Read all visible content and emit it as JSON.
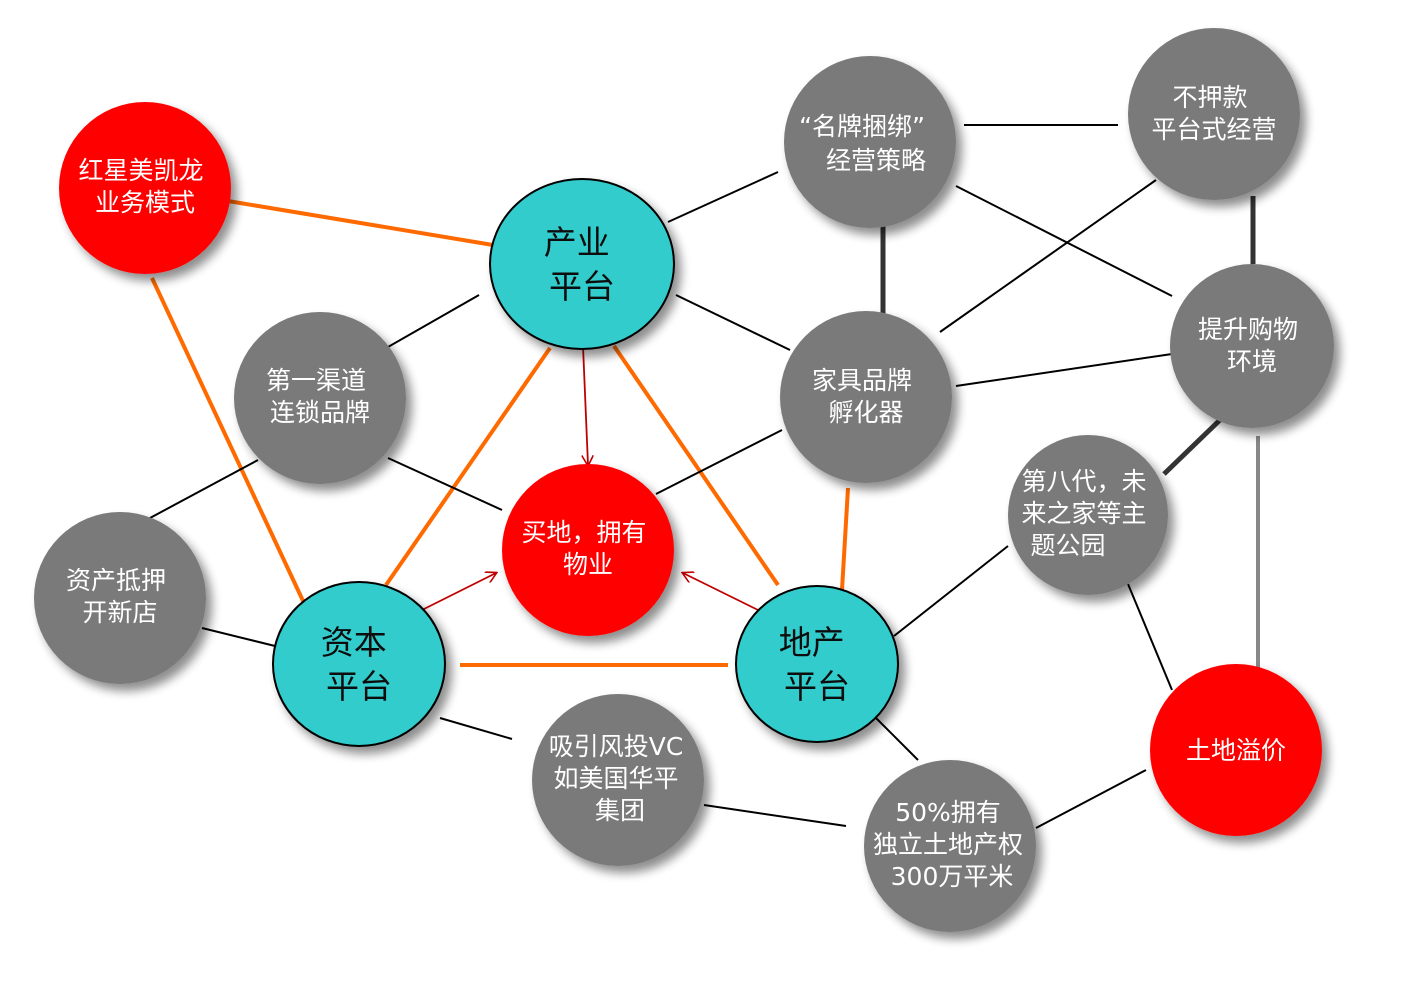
{
  "colors": {
    "gray_node": "#7a7a7a",
    "red_node": "#ff0000",
    "teal_node": "#33cccc",
    "orange_link": "#ff6a00",
    "black_link": "#000000",
    "arrow": "#c00000"
  },
  "nodes": {
    "hongxing": {
      "lines": [
        "红星美凯龙",
        "业务模式"
      ]
    },
    "industry": {
      "lines": [
        "产业",
        "平台"
      ]
    },
    "brand_bundle": {
      "lines": [
        "“名牌捆绑”",
        "经营策略"
      ]
    },
    "no_deposit": {
      "lines": [
        "不押款",
        "平台式经营"
      ]
    },
    "first_channel": {
      "lines": [
        "第一渠道",
        "连锁品牌"
      ]
    },
    "incubator": {
      "lines": [
        "家具品牌",
        "孵化器"
      ]
    },
    "shopping_env": {
      "lines": [
        "提升购物",
        "环境"
      ]
    },
    "buy_land": {
      "lines": [
        "买地，拥有",
        "物业"
      ]
    },
    "mortgage": {
      "lines": [
        "资产抵押",
        "开新店"
      ]
    },
    "gen8": {
      "lines": [
        "第八代，未",
        "来之家等主",
        "题公园"
      ]
    },
    "capital": {
      "lines": [
        "资本",
        "平台"
      ]
    },
    "realestate": {
      "lines": [
        "地产",
        "平台"
      ]
    },
    "land_premium": {
      "lines": [
        "土地溢价"
      ]
    },
    "vc": {
      "lines": [
        "吸引风投VC",
        "如美国华平",
        "集团"
      ]
    },
    "land_rights": {
      "lines": [
        "50%拥有",
        "独立土地产权",
        "300万平米"
      ]
    }
  }
}
